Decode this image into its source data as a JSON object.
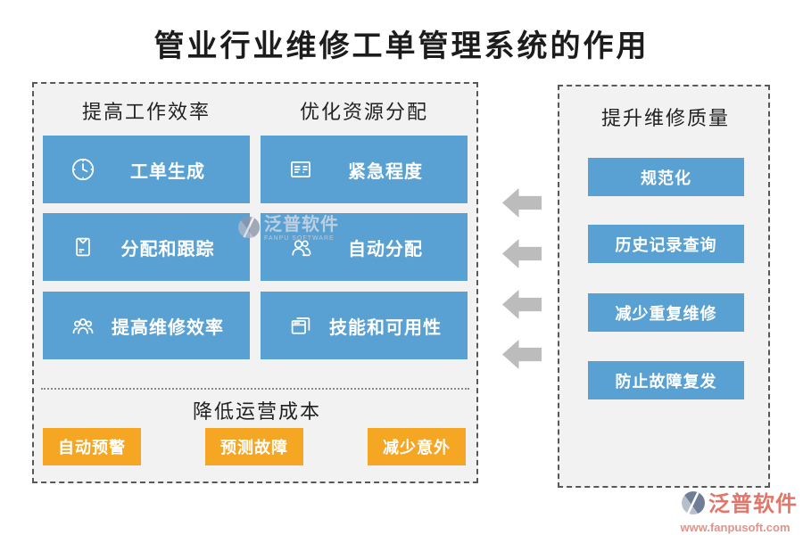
{
  "title": "管业行业维修工单管理系统的作用",
  "colors": {
    "button_blue": "#5aa1d3",
    "button_orange": "#f5a623",
    "arrow_gray": "#bcbcbc",
    "box_background": "#f2f2f2",
    "dashed_border": "#585858",
    "logo_red": "#e2766a"
  },
  "left_box": {
    "columns": [
      {
        "header": "提高工作效率",
        "buttons": [
          {
            "icon": "clock-icon",
            "label": "工单生成"
          },
          {
            "icon": "archive-box-icon",
            "label": "分配和跟踪"
          },
          {
            "icon": "people-group-icon",
            "label": "提高维修效率"
          }
        ]
      },
      {
        "header": "优化资源分配",
        "buttons": [
          {
            "icon": "form-list-icon",
            "label": "紧急程度"
          },
          {
            "icon": "two-people-icon",
            "label": "自动分配"
          },
          {
            "icon": "stacked-windows-icon",
            "label": "技能和可用性"
          }
        ]
      }
    ],
    "bottom_section": {
      "header": "降低运营成本",
      "buttons": [
        {
          "label": "自动预警"
        },
        {
          "label": "预测故障"
        },
        {
          "label": "减少意外"
        }
      ]
    }
  },
  "right_box": {
    "header": "提升维修质量",
    "buttons": [
      {
        "label": "规范化"
      },
      {
        "label": "历史记录查询"
      },
      {
        "label": "减少重复维修"
      },
      {
        "label": "防止故障复发"
      }
    ]
  },
  "watermark": {
    "name": "泛普软件",
    "sub": "FANPU SOFTWARE"
  },
  "logo": {
    "name": "泛普软件",
    "url": "www.fanpusoft.com"
  }
}
